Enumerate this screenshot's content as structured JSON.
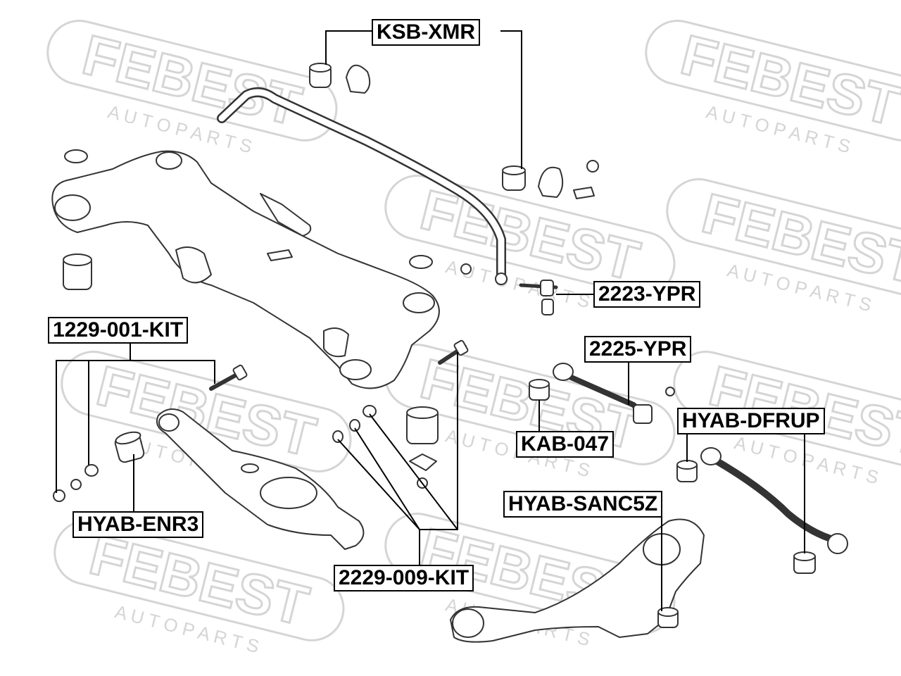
{
  "watermark": {
    "brand": "FEBEST",
    "subtitle": "A U T O   P A R T S"
  },
  "colors": {
    "line": "#000000",
    "drawing": "#3a3a3a",
    "watermark": "#d9d9d9"
  },
  "labels": {
    "ksb_xmr": "KSB-XMR",
    "p2223_ypr": "2223-YPR",
    "p1229_001_kit": "1229-001-KIT",
    "p2225_ypr": "2225-YPR",
    "hyab_dfrup": "HYAB-DFRUP",
    "kab_047": "KAB-047",
    "hyab_sanc5z": "HYAB-SANC5Z",
    "hyab_enr3": "HYAB-ENR3",
    "p2229_009_kit": "2229-009-KIT"
  }
}
